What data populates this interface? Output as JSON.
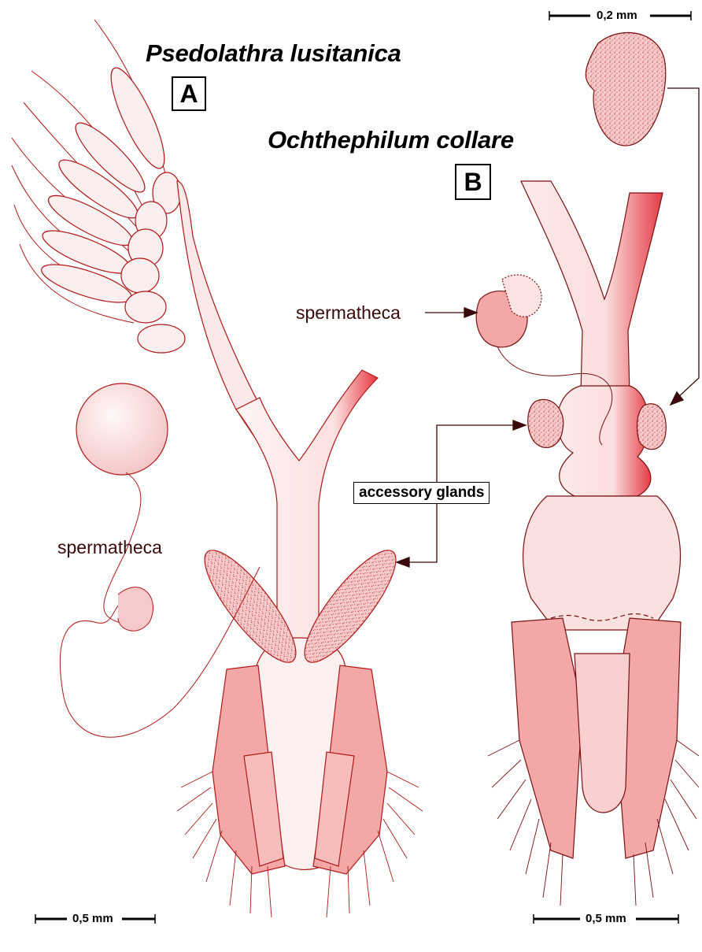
{
  "panel_a": {
    "species": "Psedolathra lusitanica",
    "letter": "A",
    "spermatheca_label": "spermatheca",
    "scale_bar": "0,5 mm"
  },
  "panel_b": {
    "species": "Ochthephilum collare",
    "letter": "B",
    "spermatheca_label": "spermatheca",
    "scale_bar": "0,5 mm",
    "inset_scale_bar": "0,2 mm"
  },
  "shared": {
    "accessory_glands_label": "accessory glands"
  },
  "colors": {
    "outline": "#b01818",
    "fill_light": "#fbe3e3",
    "fill_mid": "#f4a7a7",
    "fill_dark": "#e0283a",
    "arrow": "#3a0a0a"
  }
}
